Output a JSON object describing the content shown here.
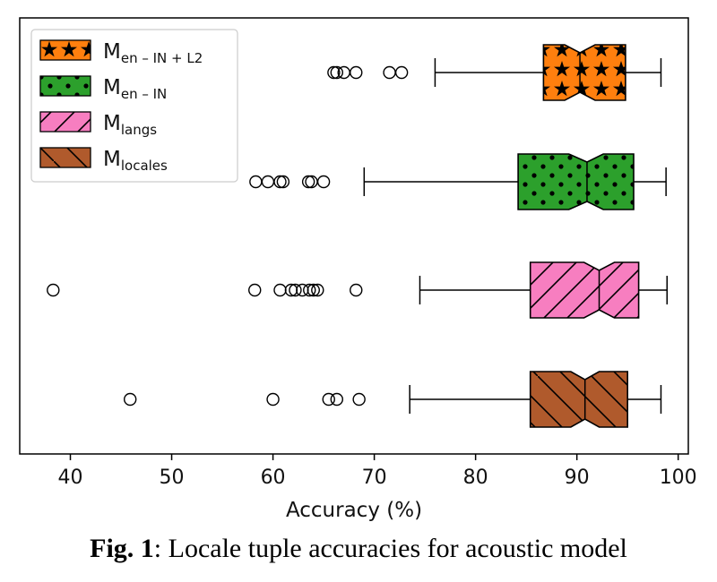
{
  "chart_data": {
    "type": "boxplot",
    "orientation": "horizontal",
    "notched": true,
    "xlabel": "Accuracy (%)",
    "ylabel": "",
    "xlim": [
      35,
      101
    ],
    "xticks": [
      40,
      50,
      60,
      70,
      80,
      90,
      100
    ],
    "legend_position": "top-left",
    "series": [
      {
        "name": "M",
        "subscript": "en – IN + L2",
        "color": "#ff7f0e",
        "hatch": "stars",
        "whisker_low": 76,
        "q1": 86.7,
        "median": 90.3,
        "q3": 94.8,
        "whisker_high": 98.3,
        "notch_low": 88.8,
        "notch_high": 91.8,
        "outliers": [
          66,
          66.3,
          67,
          68.2,
          71.5,
          72.7
        ]
      },
      {
        "name": "M",
        "subscript": "en – IN",
        "color": "#2ca02c",
        "hatch": "dots",
        "whisker_low": 69,
        "q1": 84.2,
        "median": 91,
        "q3": 95.6,
        "whisker_high": 98.8,
        "notch_low": 89.2,
        "notch_high": 92.6,
        "outliers": [
          58.3,
          59.5,
          60.7,
          61,
          63.5,
          63.8,
          65
        ]
      },
      {
        "name": "M",
        "subscript": "langs",
        "color": "#f77ec0",
        "hatch": "diagonal",
        "whisker_low": 74.5,
        "q1": 85.4,
        "median": 92.2,
        "q3": 96.1,
        "whisker_high": 98.9,
        "notch_low": 90.7,
        "notch_high": 93.7,
        "outliers": [
          38.3,
          58.2,
          60.7,
          61.8,
          62.2,
          62.9,
          63.6,
          64,
          64.4,
          68.2
        ]
      },
      {
        "name": "M",
        "subscript": "locales",
        "color": "#b05a2c",
        "hatch": "backslash",
        "whisker_low": 73.5,
        "q1": 85.4,
        "median": 90.8,
        "q3": 95,
        "whisker_high": 98.3,
        "notch_low": 89.4,
        "notch_high": 92.2,
        "outliers": [
          45.9,
          60,
          65.5,
          66.3,
          68.5
        ]
      }
    ]
  },
  "caption": {
    "bold": "Fig. 1",
    "text": ": Locale tuple accuracies for acoustic model"
  }
}
